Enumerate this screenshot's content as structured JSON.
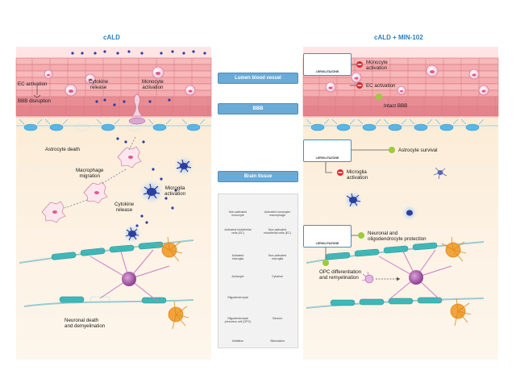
{
  "left_panel": {
    "title": "cALD",
    "labels": {
      "cytokine_release_top": "Cytokine\nrelease",
      "monocyte_activation": "Monocyte\nactivation",
      "ec_activation": "EC activation",
      "bbb_disruption": "BBB disruption",
      "astrocyte_death": "Astrocyte death",
      "macrophage_migration": "Macrophage\nmigration",
      "microglia_activation": "Microglia\nactivation",
      "cytokine_release_mid": "Cytokine\nrelease",
      "neuronal_death": "Neuronal death\nand demyelination"
    }
  },
  "right_panel": {
    "title": "cALD + MIN-102",
    "drug_name": "LERIGLITAZONE",
    "labels": {
      "monocyte_activation": "Monocyte\nactivation",
      "ec_activation": "EC activation",
      "intact_bbb": "Intact BBB",
      "astrocyte_survival": "Astrocyte survival",
      "microglia_activation": "Microglia\nactivation",
      "neuronal_protection": "Neuronal and\noligodendrocyte protection",
      "opc_differentiation": "OPC differentiation\nand remyelination"
    }
  },
  "center": {
    "bars": [
      "Lumen blood vessel",
      "BBB",
      "Brain tissue"
    ],
    "legend": [
      {
        "label": "Non-activated\nmonocyte"
      },
      {
        "label": "Activated monocyte/\nmacrophage"
      },
      {
        "label": "Activated endothelial\ncells (EC)"
      },
      {
        "label": "Non-activated\nendothelial cells (EC)"
      },
      {
        "label": "Activated\nmicroglia"
      },
      {
        "label": "Non-activated\nmicroglia"
      },
      {
        "label": "Astrocyte"
      },
      {
        "label": "Cytokine"
      },
      {
        "label": "Oligodendrocyte"
      },
      {
        "label": ""
      },
      {
        "label": "Oligodendrocyte\nprecursor cell (OPC)"
      },
      {
        "label": "Neuron"
      },
      {
        "label": "Inhibition"
      },
      {
        "label": "Stimulation"
      }
    ]
  },
  "colors": {
    "vessel_pink": "#f2a3a8",
    "astrocyte_blue": "#59b6e6",
    "microglia_navy": "#2c3e9e",
    "oligo_purple": "#a657a8",
    "neuron_orange": "#f2a33a",
    "myelin_teal": "#3fb7b8",
    "inhibit_red": "#d9262c",
    "stimulate_green": "#9ccb3b",
    "title_blue": "#2b7fc0"
  }
}
